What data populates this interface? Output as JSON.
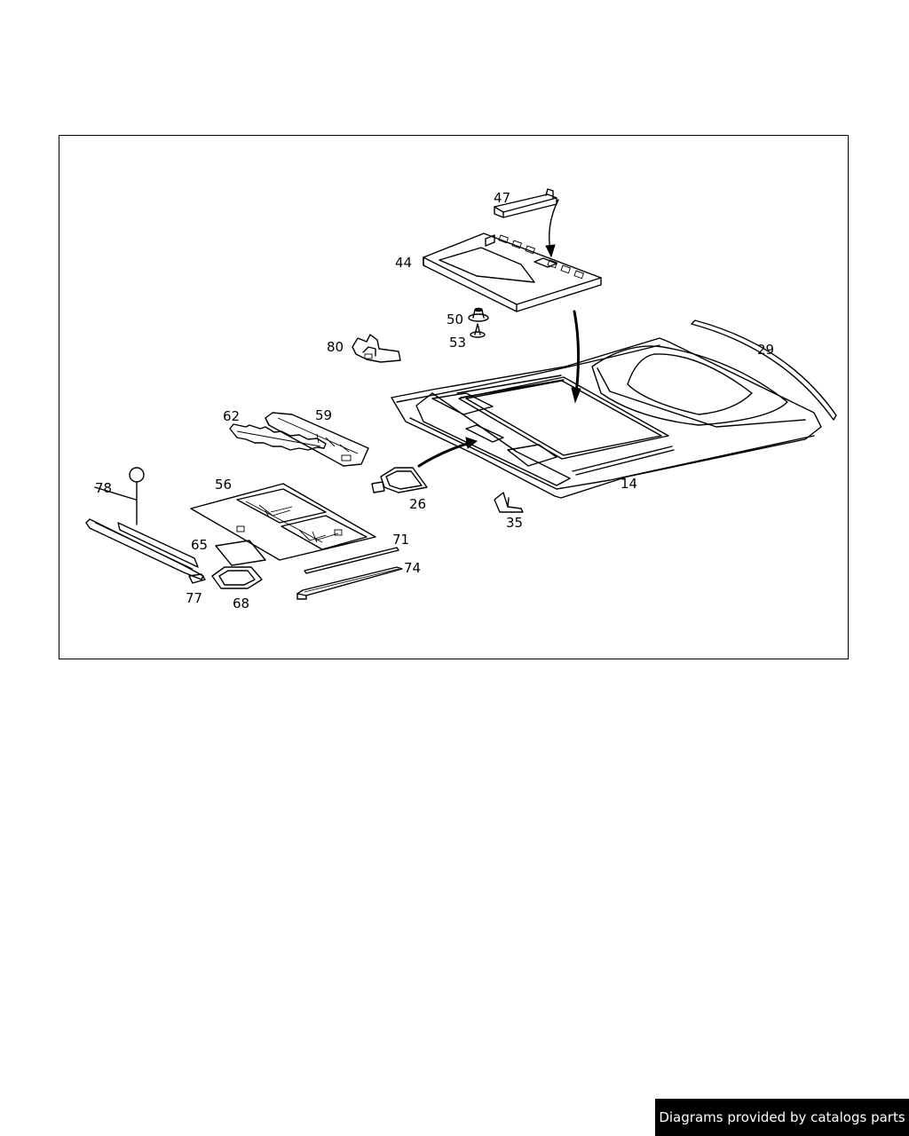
{
  "diagram": {
    "callouts": {
      "p47": "47",
      "p44": "44",
      "p50": "50",
      "p53": "53",
      "p80": "80",
      "p29": "29",
      "p62": "62",
      "p59": "59",
      "p56": "56",
      "p78": "78",
      "p26": "26",
      "p14": "14",
      "p35": "35",
      "p65": "65",
      "p71": "71",
      "p74": "74",
      "p77": "77",
      "p68": "68"
    }
  },
  "footer": {
    "credit": "Diagrams provided by catalogs parts"
  }
}
